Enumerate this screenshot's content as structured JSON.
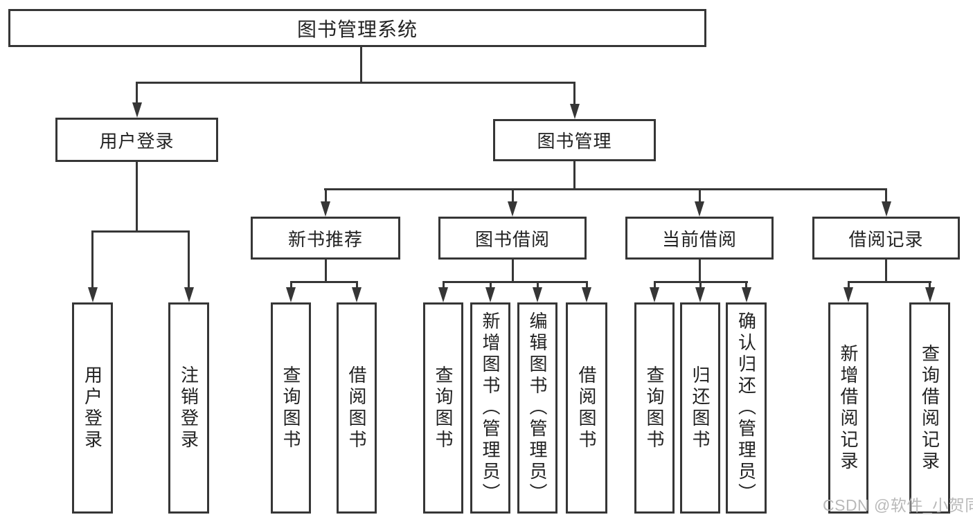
{
  "watermark": {
    "text": "CSDN @软件_小贺同学"
  },
  "colors": {
    "line": "#363636",
    "text": "#222222",
    "background": "#ffffff",
    "watermark": "#b9b9b9"
  },
  "tree": {
    "label": "图书管理系统",
    "children": [
      {
        "label": "用户登录",
        "children": [
          {
            "label": "用户登录"
          },
          {
            "label": "注销登录"
          }
        ]
      },
      {
        "label": "图书管理",
        "children": [
          {
            "label": "新书推荐",
            "children": [
              {
                "label": "查询图书"
              },
              {
                "label": "借阅图书"
              }
            ]
          },
          {
            "label": "图书借阅",
            "children": [
              {
                "label": "查询图书"
              },
              {
                "label": "新增图书（管理员）"
              },
              {
                "label": "编辑图书（管理员）"
              },
              {
                "label": "借阅图书"
              }
            ]
          },
          {
            "label": "当前借阅",
            "children": [
              {
                "label": "查询图书"
              },
              {
                "label": "归还图书"
              },
              {
                "label": "确认归还（管理员）"
              }
            ]
          },
          {
            "label": "借阅记录",
            "children": [
              {
                "label": "新增借阅记录"
              },
              {
                "label": "查询借阅记录"
              }
            ]
          }
        ]
      }
    ]
  }
}
